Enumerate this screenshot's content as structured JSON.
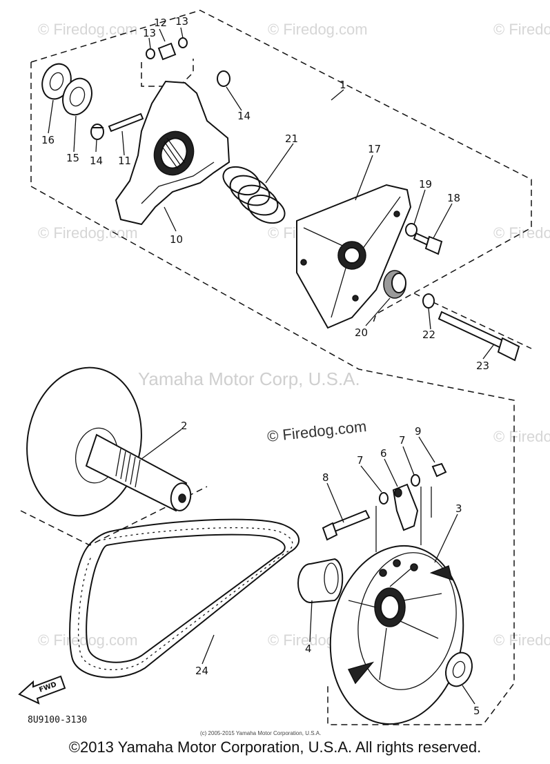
{
  "watermarks": {
    "firedog": "© Firedog.com",
    "firedog_short": "© Firedog.c",
    "firedog_lower": "© Firedog.com",
    "yamaha": "Yamaha Motor Corp, U.S.A."
  },
  "labels": {
    "p1": "1",
    "p2": "2",
    "p3": "3",
    "p4": "4",
    "p5": "5",
    "p6": "6",
    "p7a": "7",
    "p7b": "7",
    "p8": "8",
    "p9": "9",
    "p10": "10",
    "p11": "11",
    "p12": "12",
    "p13a": "13",
    "p13b": "13",
    "p14a": "14",
    "p14b": "14",
    "p15": "15",
    "p16": "16",
    "p17": "17",
    "p18": "18",
    "p19": "19",
    "p20": "20",
    "p21": "21",
    "p22": "22",
    "p23": "23",
    "p24": "24"
  },
  "fwd_arrow": "FWD",
  "diagram_code": "8U9100-3130",
  "small_notice": "(c) 2005-2015 Yamaha Motor Corporation, U.S.A.",
  "copyright": "©2013 Yamaha Motor Corporation, U.S.A. All rights reserved."
}
